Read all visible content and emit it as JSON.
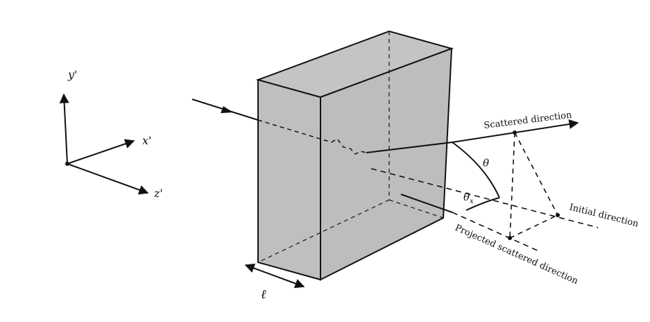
{
  "axes": {
    "y_label": "y'",
    "x_label": "x'",
    "z_label": "z'"
  },
  "labels": {
    "scattered": "Scattered direction",
    "initial": "Initial direction",
    "projected": "Projected scattered direction",
    "theta": "θ",
    "theta_x_base": "θ",
    "theta_x_sub": "x",
    "thickness": "ℓ"
  },
  "colors": {
    "slab_fill": "#bfbfbf",
    "stroke": "#111111"
  }
}
